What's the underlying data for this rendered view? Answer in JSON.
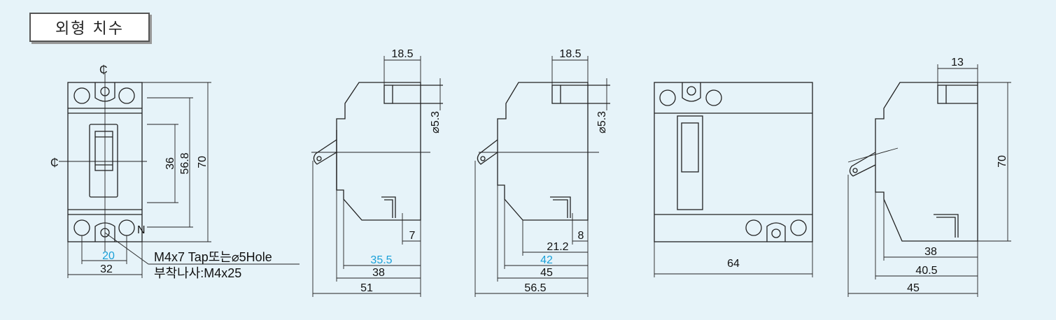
{
  "title": "외형 치수",
  "colors": {
    "background": "#e6f3f9",
    "line": "#222222",
    "accent": "#1aa0d8"
  },
  "front_view": {
    "centerline_top": "₵",
    "centerline_left": "₵",
    "terminal_mark": "N",
    "dims": {
      "d36": "36",
      "d56_8": "56.8",
      "d70": "70",
      "d20": "20",
      "d32": "32"
    },
    "note_line1": "M4x7  Tap또는⌀5Hole",
    "note_line2": "부착나사:M4x25"
  },
  "side_view_1": {
    "dims": {
      "top": "18.5",
      "hole": "⌀5.3",
      "d7": "7",
      "d35_5": "35.5",
      "d38": "38",
      "d51": "51"
    }
  },
  "side_view_2": {
    "dims": {
      "top": "18.5",
      "hole": "⌀5.3",
      "d8": "8",
      "d21_2": "21.2",
      "d42": "42",
      "d45": "45",
      "d56_5": "56.5"
    }
  },
  "back_view": {
    "dims": {
      "d64": "64"
    }
  },
  "side_view_3": {
    "dims": {
      "top": "13",
      "d70": "70",
      "d38": "38",
      "d40_5": "40.5",
      "d45": "45"
    }
  }
}
